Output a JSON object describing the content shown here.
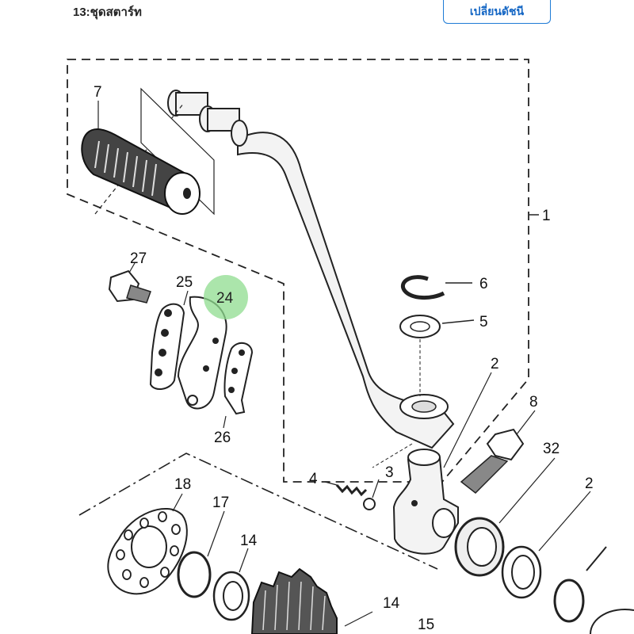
{
  "header": {
    "title": "13:ชุดสตาร์ท",
    "index_button": "เปลี่ยนดัชนี"
  },
  "diagram": {
    "highlight_color": "#8fdc8f",
    "callouts": [
      {
        "id": "1",
        "label": "1"
      },
      {
        "id": "2a",
        "label": "2"
      },
      {
        "id": "2b",
        "label": "2"
      },
      {
        "id": "3",
        "label": "3"
      },
      {
        "id": "4",
        "label": "4"
      },
      {
        "id": "5",
        "label": "5"
      },
      {
        "id": "6",
        "label": "6"
      },
      {
        "id": "7",
        "label": "7"
      },
      {
        "id": "8",
        "label": "8"
      },
      {
        "id": "14a",
        "label": "14"
      },
      {
        "id": "14b",
        "label": "14"
      },
      {
        "id": "15",
        "label": "15"
      },
      {
        "id": "17",
        "label": "17"
      },
      {
        "id": "18",
        "label": "18"
      },
      {
        "id": "24",
        "label": "24"
      },
      {
        "id": "25",
        "label": "25"
      },
      {
        "id": "26",
        "label": "26"
      },
      {
        "id": "27",
        "label": "27"
      },
      {
        "id": "32",
        "label": "32"
      }
    ]
  }
}
